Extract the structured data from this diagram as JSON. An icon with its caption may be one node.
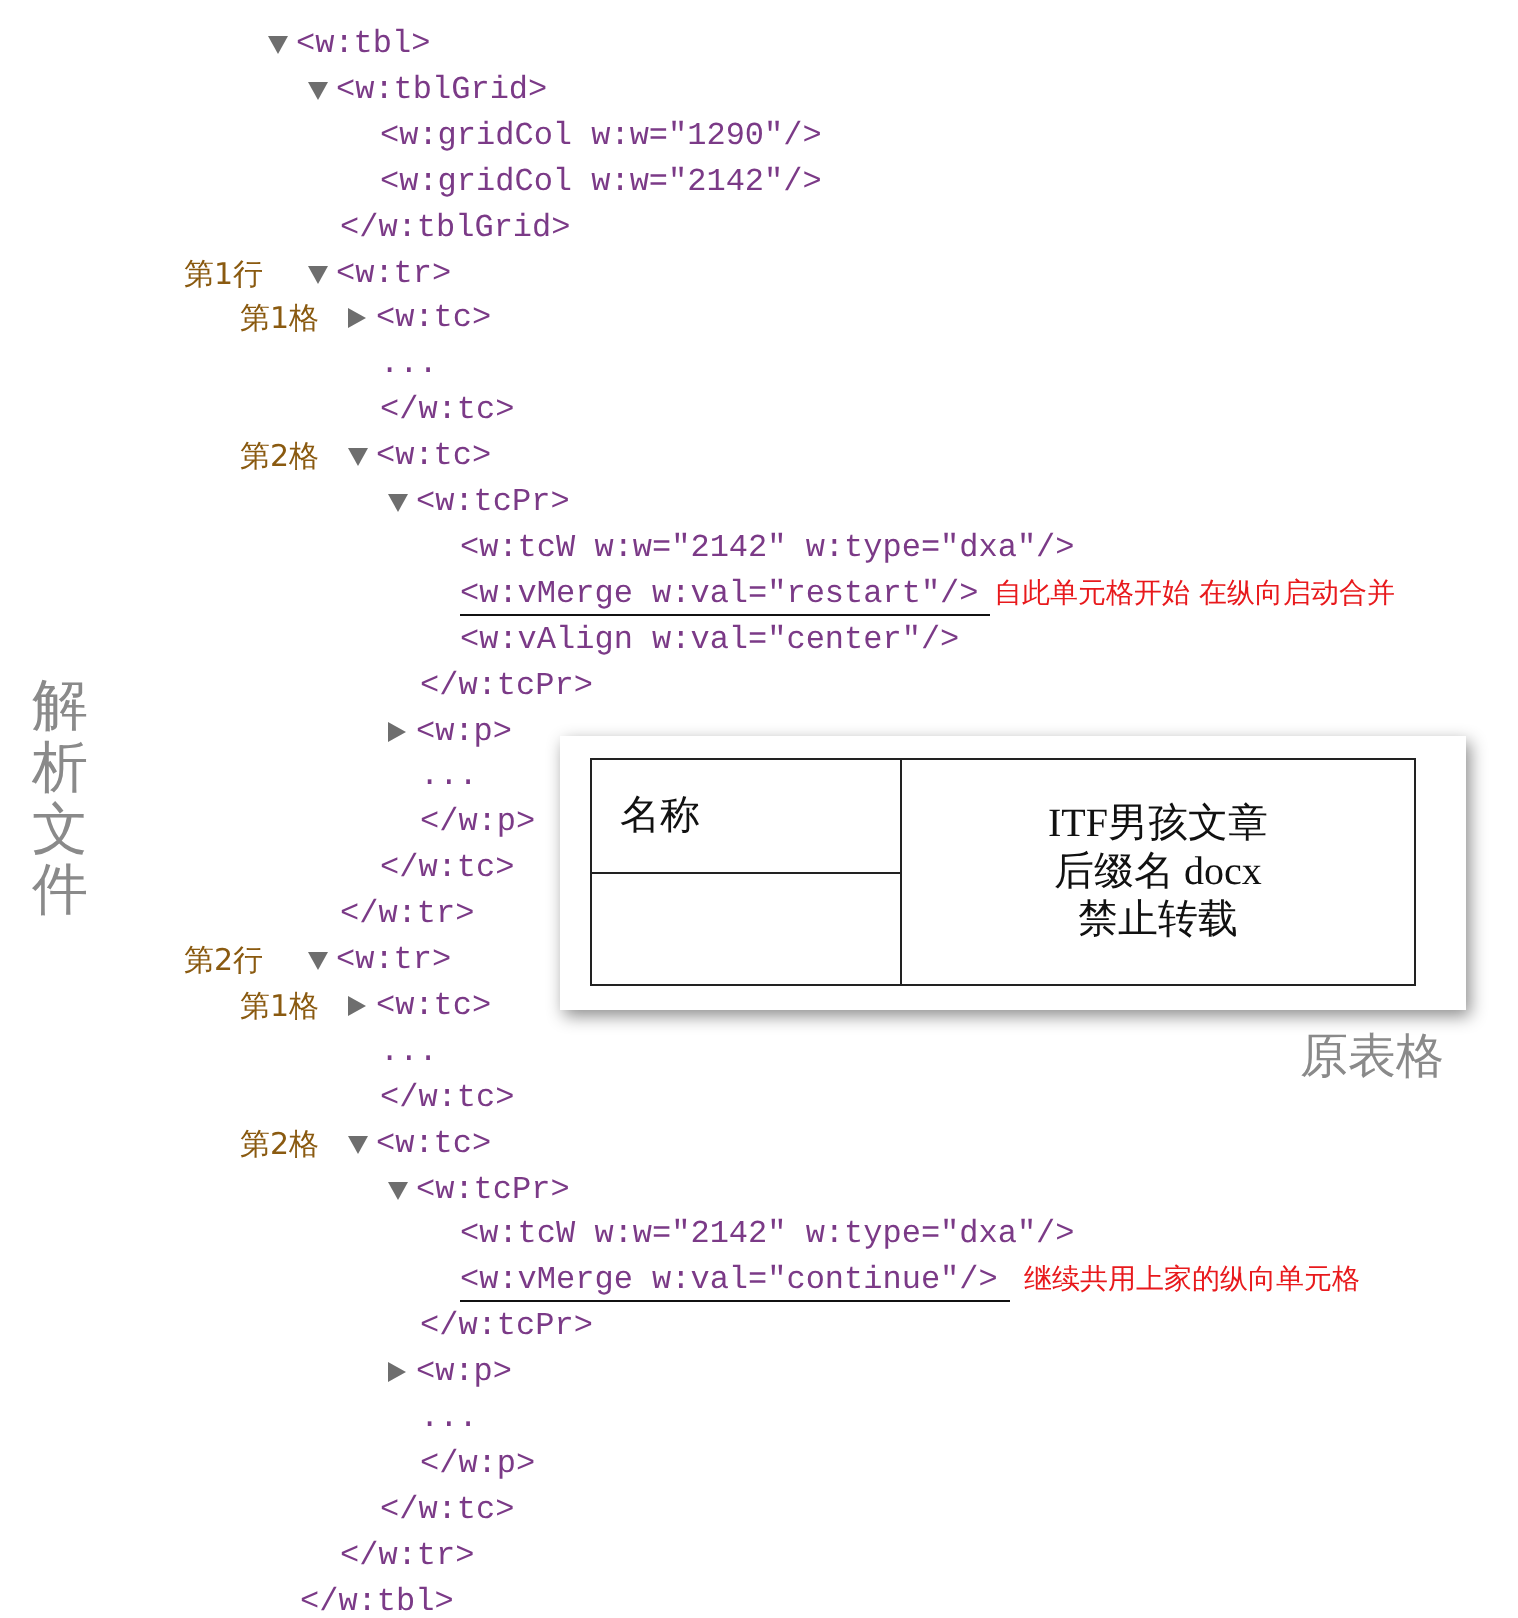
{
  "diagram": {
    "labels": [
      "<w:tbl>",
      "<w:tblGrid>",
      "<w:gridCol w:w=\"1290\"/>",
      "<w:gridCol w:w=\"2142\"/>",
      "</w:tblGrid>",
      "第1行",
      "<w:tr>",
      "第1格",
      "<w:tc>",
      "...",
      "</w:tc>",
      "第2格",
      "<w:tc>",
      "<w:tcPr>",
      "<w:tcW w:w=\"2142\" w:type=\"dxa\"/>",
      "<w:vMerge w:val=\"restart\"/>",
      "自此单元格开始 在纵向启动合并",
      "<w:vAlign w:val=\"center\"/>",
      "</w:tcPr>",
      "解析文件",
      "<w:p>",
      "名称",
      "ITF男孩文章",
      "后缀名 docx",
      "禁止转载",
      "...",
      "</w:p>",
      "</w:tc>",
      "</w:tr>",
      "第2行",
      "<w:tr>",
      "第1格",
      "<w:tc>",
      "...",
      "原表格",
      "</w:tc>",
      "第2格",
      "<w:tc>",
      "<w:tcPr>",
      "<w:tcW w:w=\"2142\" w:type=\"dxa\"/>",
      "<w:vMerge w:val=\"continue\"/>",
      "继续共用上家的纵向单元格",
      "</w:tcPr>",
      "<w:p>",
      "...",
      "</w:p>",
      "</w:tc>",
      "</w:tr>",
      "</w:tbl>"
    ]
  }
}
